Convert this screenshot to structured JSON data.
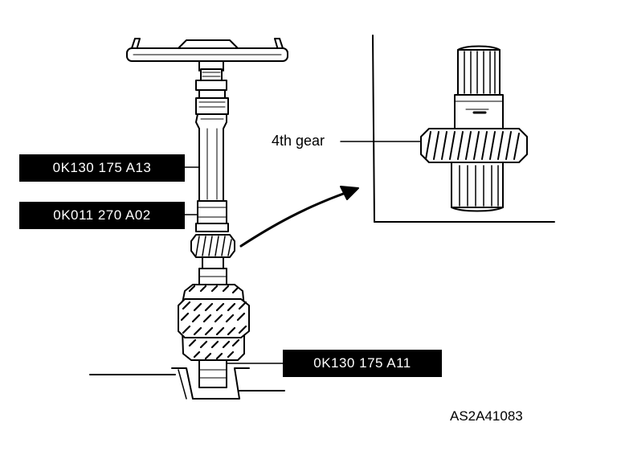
{
  "callouts": {
    "part_upper": "0K130 175 A13",
    "part_middle": "0K011 270 A02",
    "part_lower": "0K130 175 A11",
    "detail_gear": "4th gear"
  },
  "figure_code": "AS2A41083",
  "colors": {
    "ink": "#000000",
    "paper": "#ffffff"
  }
}
